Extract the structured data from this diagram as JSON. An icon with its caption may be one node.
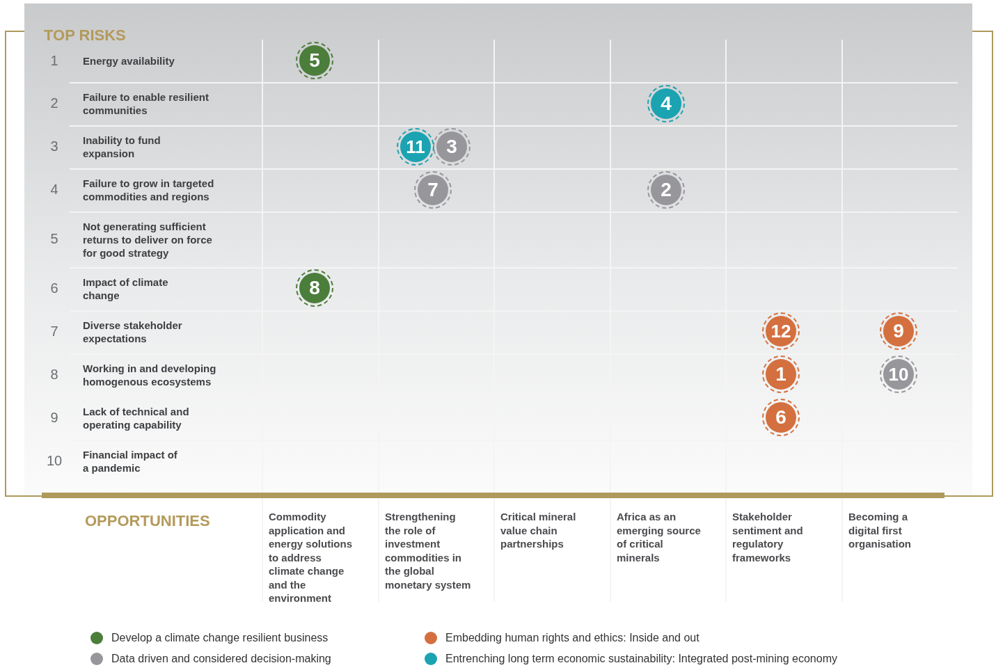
{
  "diagram": {
    "nodes": [
      {
        "text": [
          "5"
        ]
      },
      {
        "text": [
          "4"
        ]
      },
      {
        "text": [
          "11"
        ]
      },
      {
        "text": [
          "3"
        ]
      },
      {
        "text": [
          "7"
        ]
      },
      {
        "text": [
          "2"
        ]
      },
      {
        "text": [
          "8"
        ]
      },
      {
        "text": [
          "12"
        ]
      },
      {
        "text": [
          "9"
        ]
      },
      {
        "text": [
          "1"
        ]
      },
      {
        "text": [
          "10"
        ]
      },
      {
        "text": [
          "6"
        ]
      }
    ],
    "labels": [
      "TOP RISKS",
      "1",
      "Energy availability",
      "2",
      "Failure to enable resilient communities",
      "3",
      "Inability to fund expansion",
      "4",
      "Failure to grow in targeted commodities and regions",
      "5",
      "Not generating sufficient returns to deliver on force for good strategy",
      "6",
      "Impact of climate change",
      "7",
      "Diverse stakeholder expectations",
      "8",
      "Working in and developing homogenous ecosystems",
      "9",
      "Lack of technical and operating capability",
      "10",
      "Financial impact of a pandemic",
      "OPPORTUNITIES",
      "Commodity application and energy solutions to address climate change and the environment",
      "Strengthening the role of investment commodities in the global monetary system",
      "Critical mineral value chain partnerships",
      "Africa as an emerging source of critical minerals",
      "Stakeholder sentiment and regulatory frameworks",
      "Becoming a digital first organisation"
    ],
    "legend": [
      {
        "text": "Develop a climate change resilient business",
        "color": "#4b7d3b"
      },
      {
        "text": "Embedding human rights and ethics: Inside and out",
        "color": "#d4703f"
      },
      {
        "text": "Data driven and considered decision-making",
        "color": "#97979b"
      },
      {
        "text": "Entrenching long term economic sustainability: Integrated post-mining economy",
        "color": "#1ba3b1"
      }
    ]
  }
}
